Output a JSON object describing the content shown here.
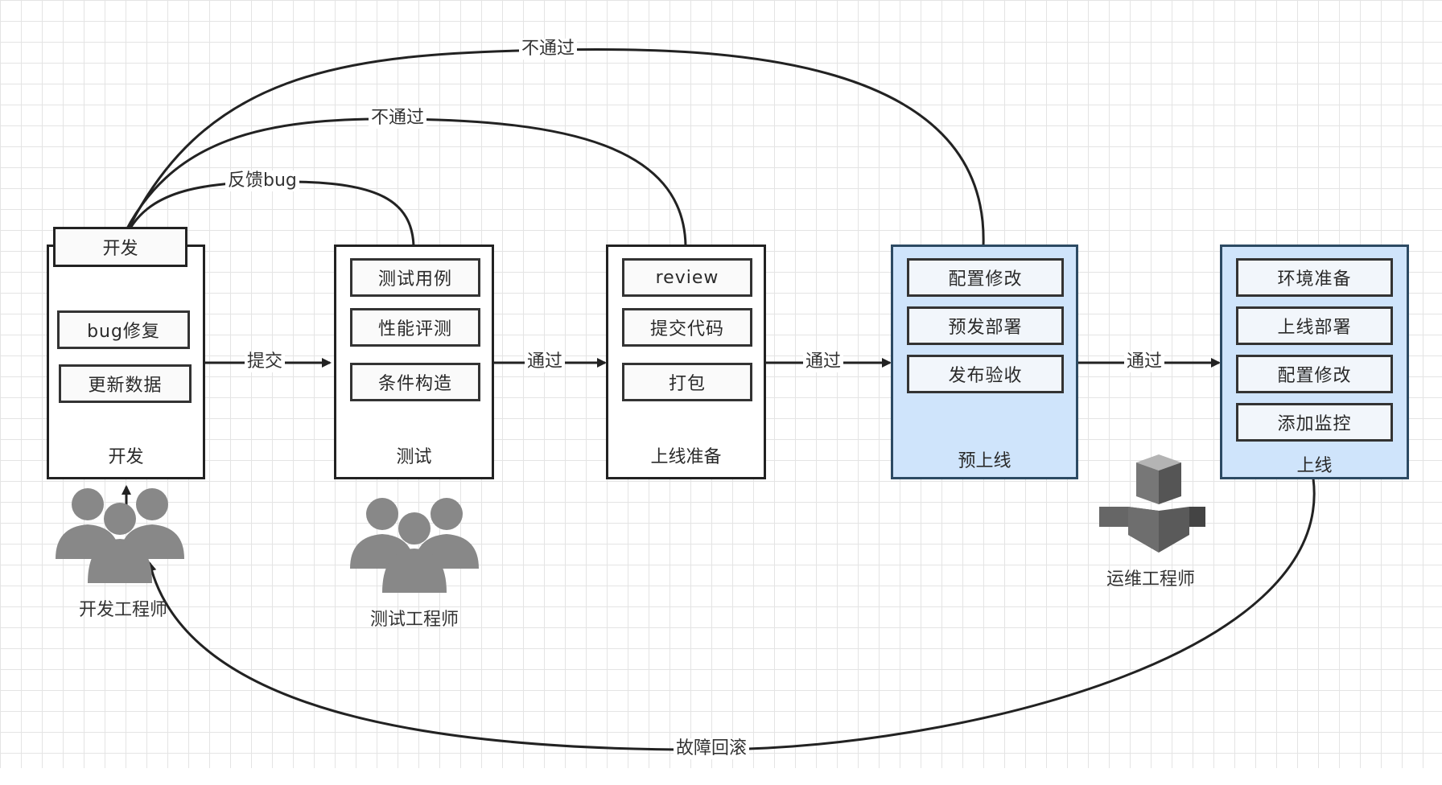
{
  "stages": [
    {
      "id": "dev",
      "label": "开发",
      "tab": "开发",
      "tasks": [
        "bug修复",
        "更新数据"
      ],
      "fill": "#ffffff"
    },
    {
      "id": "test",
      "label": "测试",
      "tasks": [
        "测试用例",
        "性能评测",
        "条件构造"
      ],
      "fill": "#ffffff"
    },
    {
      "id": "release-prep",
      "label": "上线准备",
      "tasks": [
        "review",
        "提交代码",
        "打包"
      ],
      "fill": "#ffffff"
    },
    {
      "id": "pre-release",
      "label": "预上线",
      "tasks": [
        "配置修改",
        "预发部署",
        "发布验收"
      ],
      "fill": "#cfe4fb"
    },
    {
      "id": "release",
      "label": "上线",
      "tasks": [
        "环境准备",
        "上线部署",
        "配置修改",
        "添加监控"
      ],
      "fill": "#cfe4fb"
    }
  ],
  "edges": [
    {
      "from": "dev",
      "to": "test",
      "label": "提交"
    },
    {
      "from": "test",
      "to": "release-prep",
      "label": "通过"
    },
    {
      "from": "release-prep",
      "to": "pre-release",
      "label": "通过"
    },
    {
      "from": "pre-release",
      "to": "release",
      "label": "通过"
    },
    {
      "from": "test",
      "to": "dev",
      "label": "反馈bug"
    },
    {
      "from": "release-prep",
      "to": "dev",
      "label": "不通过"
    },
    {
      "from": "pre-release",
      "to": "dev",
      "label": "不通过"
    },
    {
      "from": "release",
      "to": "dev-engineer",
      "label": "故障回滚"
    }
  ],
  "roles": [
    {
      "id": "dev-engineer",
      "label": "开发工程师",
      "icon": "user-group-icon"
    },
    {
      "id": "test-engineer",
      "label": "测试工程师",
      "icon": "user-group-icon"
    },
    {
      "id": "ops-engineer",
      "label": "运维工程师",
      "icon": "cube-icon"
    }
  ]
}
